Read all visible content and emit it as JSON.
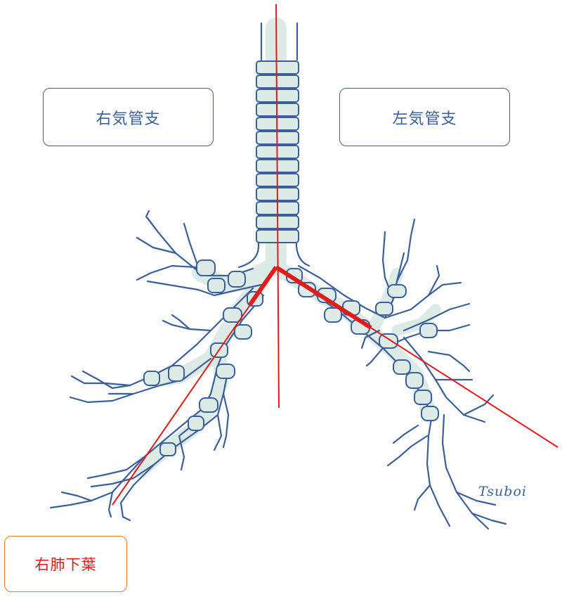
{
  "labels": {
    "right_bronchus": "右気管支",
    "left_bronchus": "左気管支",
    "right_lower_lobe": "右肺下葉"
  },
  "signature": "Tsuboi",
  "colors": {
    "outline": "#3a5f9a",
    "bronchus_fill": "#dcebe5",
    "line_red": "#e21a1a",
    "lobe_border": "#e6782a"
  }
}
